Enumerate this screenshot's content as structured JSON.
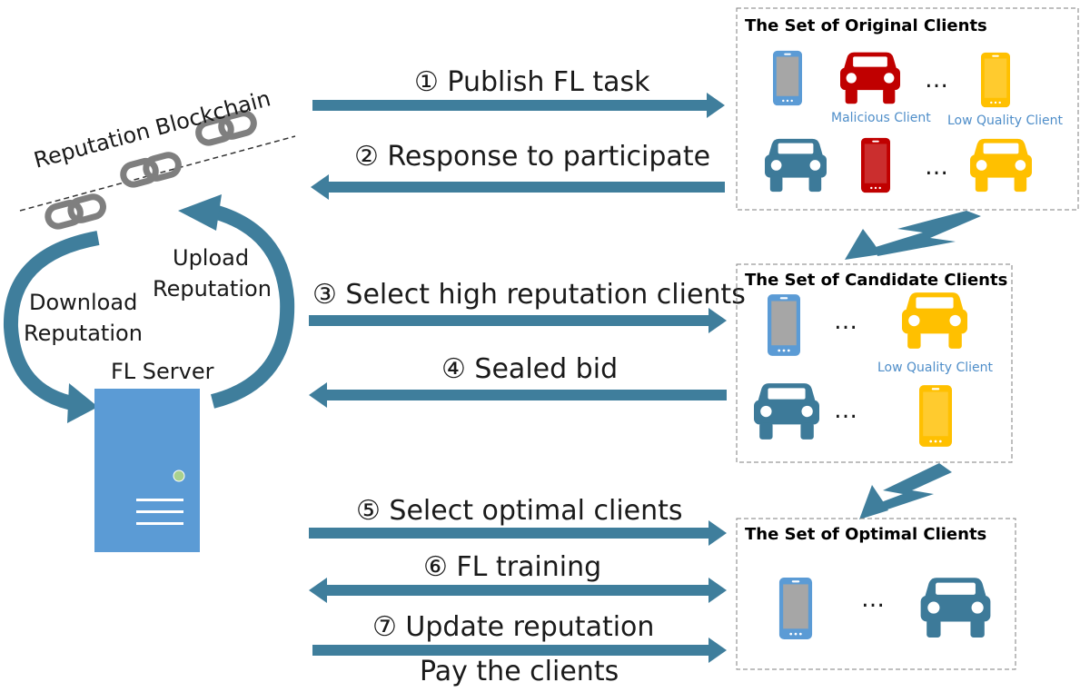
{
  "colors": {
    "arrow": "#3f7e9c",
    "server": "#5b9bd5",
    "phone_blue": "#5b9bd5",
    "car_blue": "#3d7a99",
    "malicious": "#c00000",
    "low_quality": "#ffc000",
    "chain": "#7f7f7f",
    "label_blue": "#4f8ec9"
  },
  "blockchain": {
    "label": "Reputation Blockchain"
  },
  "server": {
    "label": "FL Server",
    "download_line1": "Download",
    "download_line2": "Reputation",
    "upload_line1": "Upload",
    "upload_line2": "Reputation"
  },
  "steps": {
    "s1": "① Publish FL task",
    "s2": "② Response to participate",
    "s3": "③ Select high reputation clients",
    "s4": "④ Sealed bid",
    "s5": "⑤ Select optimal clients",
    "s6": "⑥ FL training",
    "s7": "⑦ Update reputation",
    "s7b": "Pay the clients"
  },
  "boxes": {
    "original": {
      "title": "The Set of Original Clients",
      "malicious_label": "Malicious Client",
      "low_quality_label": "Low Quality Client"
    },
    "candidate": {
      "title": "The Set of Candidate Clients",
      "low_quality_label": "Low Quality Client"
    },
    "optimal": {
      "title": "The Set of Optimal Clients"
    }
  },
  "ellipsis": "…",
  "icons": [
    "phone-icon",
    "car-icon",
    "chain-link-icon",
    "server-icon",
    "arrow-icon"
  ]
}
